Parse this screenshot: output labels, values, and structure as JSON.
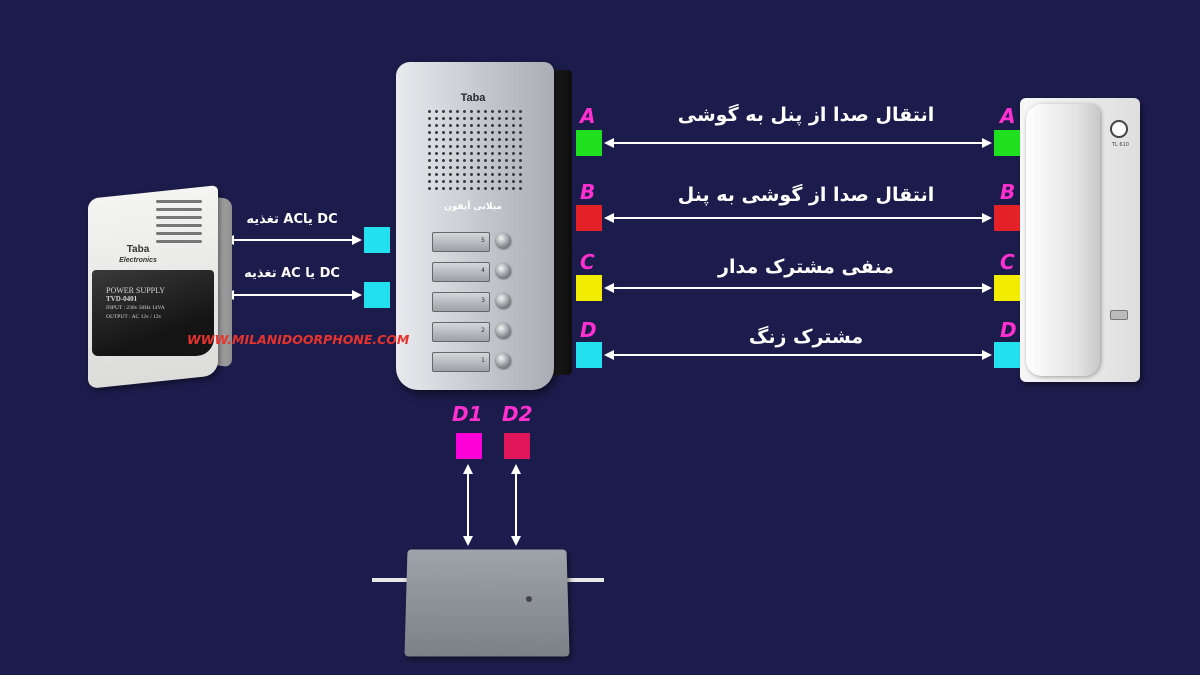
{
  "colors": {
    "background": "#1c1c4c",
    "terminal_a": "#1ee01e",
    "terminal_b": "#e42127",
    "terminal_c": "#f4ec00",
    "terminal_d": "#22e0f0",
    "terminal_d1": "#ff00d8",
    "terminal_d2": "#e0155a",
    "letter_color": "#ff2fd0",
    "url_color": "#e8332c"
  },
  "power_supply": {
    "brand": "Taba",
    "brand_sub": "Electronics",
    "title": "POWER SUPPLY",
    "model": "TVD-0401",
    "input": "INPUT : 230v 50Hz 14VA",
    "output": "OUTPUT : AC 12v / 12v"
  },
  "door_panel": {
    "brand": "Taba",
    "shop_name": "میلانی آیفون",
    "buttons": [
      "5",
      "4",
      "3",
      "2",
      "1"
    ]
  },
  "handset": {
    "model": "TL 610"
  },
  "labels": {
    "supply_1": "DC یاAC تغذیه",
    "supply_2": "DC یا AC تغذیه",
    "website": "WWW.MILANIDOORPHONE.COM",
    "line_a": "انتقال صدا از پنل به گوشی",
    "line_b": "انتقال صدا از گوشی به پنل",
    "line_c": "منفی مشترک مدار",
    "line_d": "مشترک زنگ"
  },
  "terminals": {
    "panel_a": "A",
    "panel_b": "B",
    "panel_c": "C",
    "panel_d": "D",
    "handset_a": "A",
    "handset_b": "B",
    "handset_c": "C",
    "handset_d": "D",
    "lock_d1": "D1",
    "lock_d2": "D2"
  }
}
